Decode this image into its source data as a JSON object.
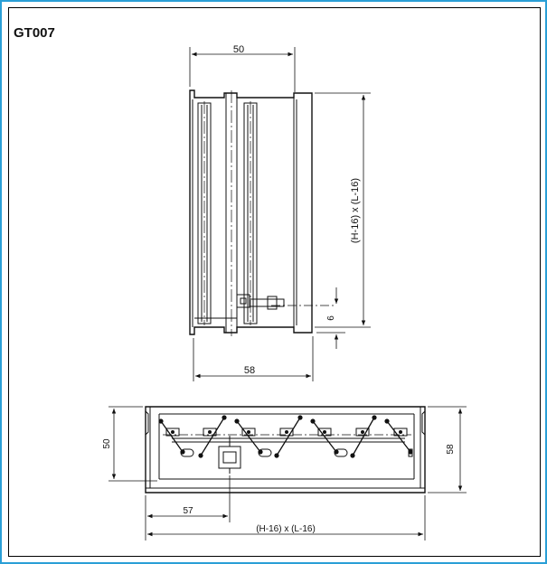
{
  "title": "GT007",
  "side_view": {
    "top_width": "50",
    "bottom_width": "58",
    "height_label": "(H-16) x (L-16)",
    "small_offset": "6"
  },
  "bottom_view": {
    "left_height": "50",
    "right_height": "58",
    "offset": "57",
    "width_label": "(H-16) x (L-16)"
  }
}
